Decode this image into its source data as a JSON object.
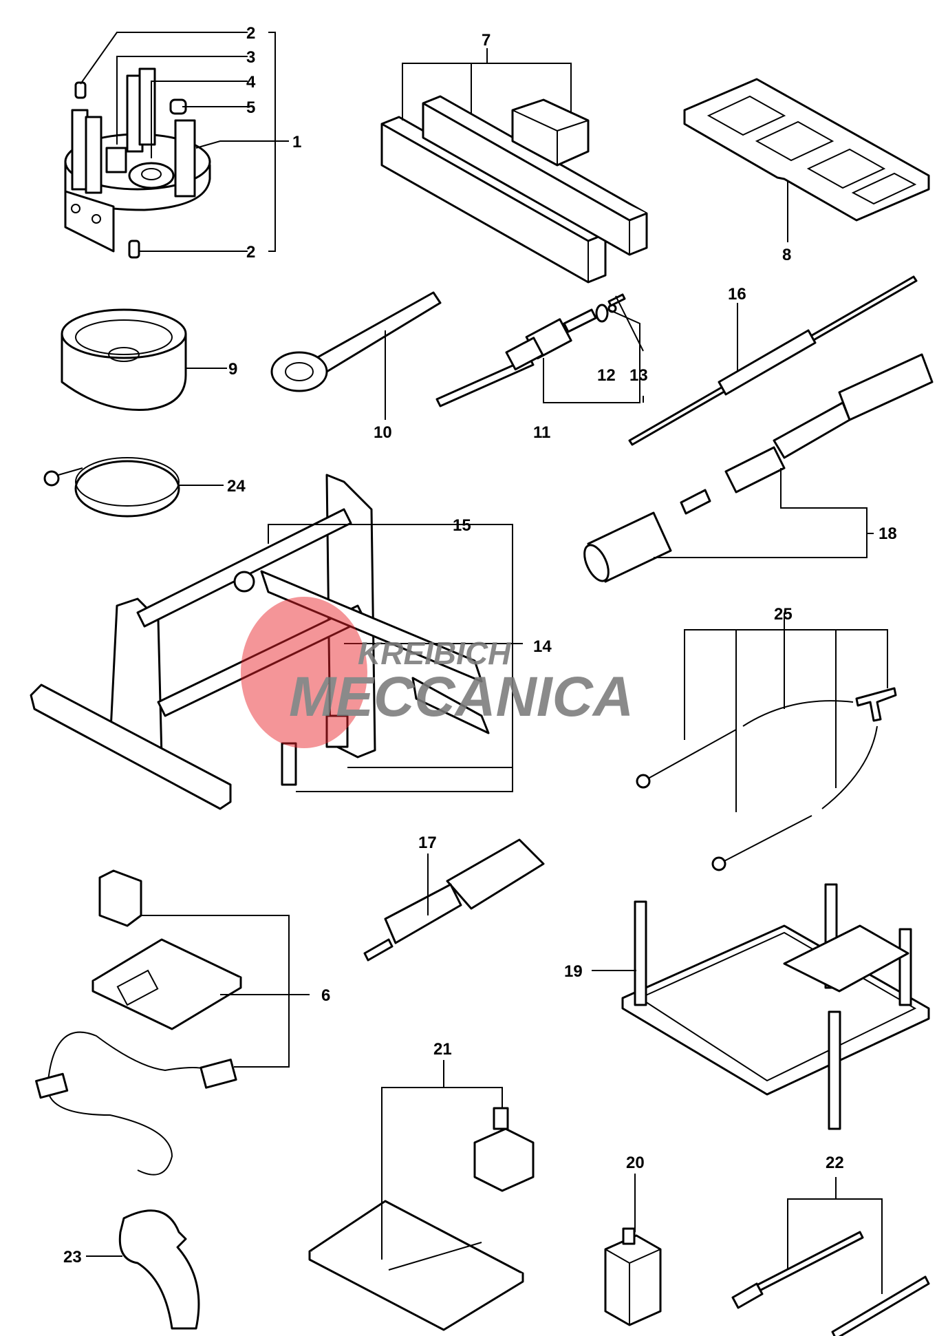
{
  "watermark": {
    "line1": "KREIBICH",
    "line2": "MECCANICA",
    "circle_color": "#e8232a",
    "text_color": "#7a7a7a"
  },
  "callouts": {
    "c1": "1",
    "c2a": "2",
    "c2b": "2",
    "c3": "3",
    "c4": "4",
    "c5": "5",
    "c6": "6",
    "c7": "7",
    "c8": "8",
    "c9": "9",
    "c10": "10",
    "c11": "11",
    "c12": "12",
    "c13": "13",
    "c14": "14",
    "c15": "15",
    "c16": "16",
    "c17": "17",
    "c18": "18",
    "c19": "19",
    "c20": "20",
    "c21": "21",
    "c22": "22",
    "c23": "23",
    "c24": "24",
    "c25": "25"
  }
}
